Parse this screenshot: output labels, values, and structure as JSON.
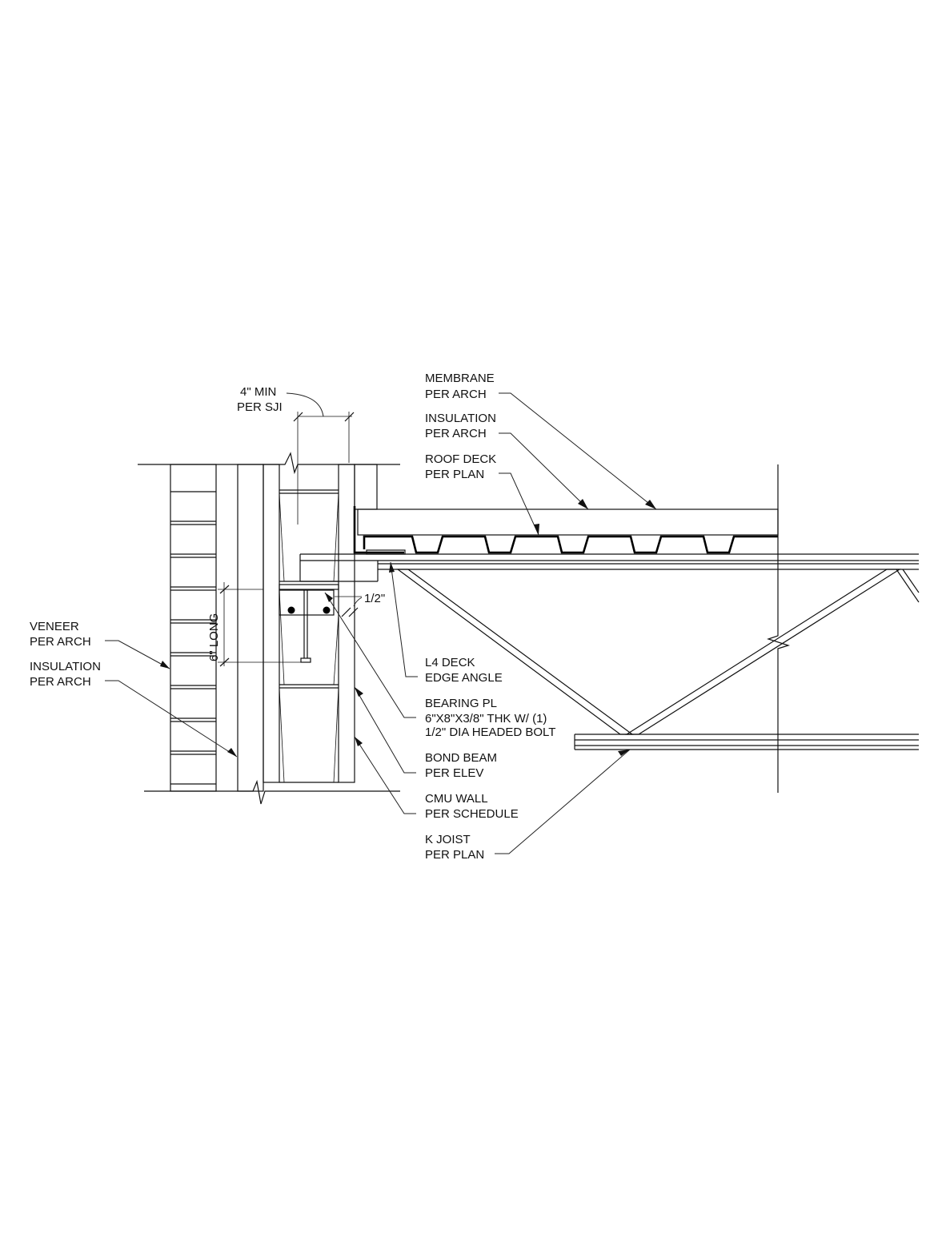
{
  "labels": {
    "membrane": [
      "MEMBRANE",
      "PER ARCH"
    ],
    "roof_insulation": [
      "INSULATION",
      "PER ARCH"
    ],
    "roof_deck": [
      "ROOF DECK",
      "PER PLAN"
    ],
    "min_bearing": [
      "4\"  MIN",
      "PER SJI"
    ],
    "gap": "1/2\"",
    "bolt_length": "6\" LONG",
    "veneer": [
      "VENEER",
      "PER ARCH"
    ],
    "wall_insulation": [
      "INSULATION",
      "PER ARCH"
    ],
    "deck_angle": [
      "L4 DECK",
      "EDGE ANGLE"
    ],
    "bearing_plate": [
      "BEARING PL",
      "6\"X8\"X3/8\" THK W/ (1)",
      "1/2\" DIA HEADED BOLT"
    ],
    "bond_beam": [
      "BOND BEAM",
      "PER ELEV"
    ],
    "cmu_wall": [
      "CMU WALL",
      "PER SCHEDULE"
    ],
    "k_joist": [
      "K JOIST",
      "PER PLAN"
    ]
  }
}
